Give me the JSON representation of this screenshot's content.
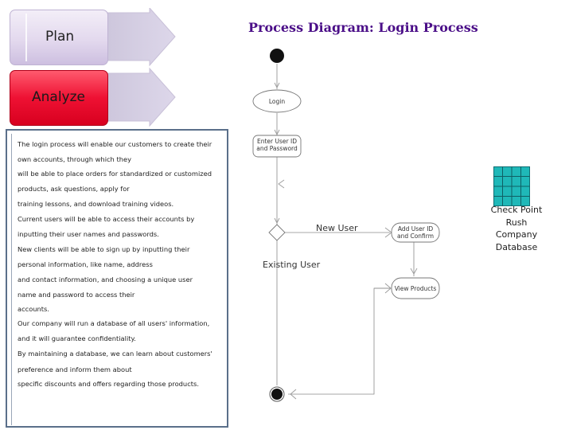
{
  "phases": {
    "plan_label": "Plan",
    "analyze_label": "Analyze"
  },
  "description": {
    "lines": [
      "The login process will enable our customers to create their",
      "own accounts, through which they",
      "will be able to place orders for standardized or customized",
      "products, ask questions, apply for",
      "training lessons, and download training videos.",
      "Current users will be able to access their accounts by",
      "inputting their user names and passwords.",
      "New clients will be able to sign up by inputting their",
      "personal information, like name, address",
      "and contact information, and choosing a unique user",
      "name and password to access their",
      "accounts.",
      "Our company will run a database of all users' information,",
      "and it will guarantee confidentiality.",
      "By maintaining a database, we can learn about customers'",
      "preference and inform them about",
      "specific discounts and offers regarding those products."
    ]
  },
  "diagram": {
    "title": "Process Diagram: Login Process",
    "nodes": {
      "login": "Login",
      "enter_user_id_line1": "Enter User ID",
      "enter_user_id_line2": "and Password",
      "add_user_line1": "Add User ID",
      "add_user_line2": "and Confirm",
      "view_products": "View Products"
    },
    "edge_labels": {
      "new_user": "New User",
      "existing_user": "Existing User"
    },
    "database": {
      "line1": "Check Point",
      "line2": "Rush",
      "line3": "Company",
      "line4": "Database",
      "color": "#1fb8b8"
    }
  },
  "colors": {
    "plan_tab": "#e3d9ee",
    "analyze_tab": "#ee1133",
    "title": "#4b0f88",
    "box_border": "#5a6f8a"
  }
}
